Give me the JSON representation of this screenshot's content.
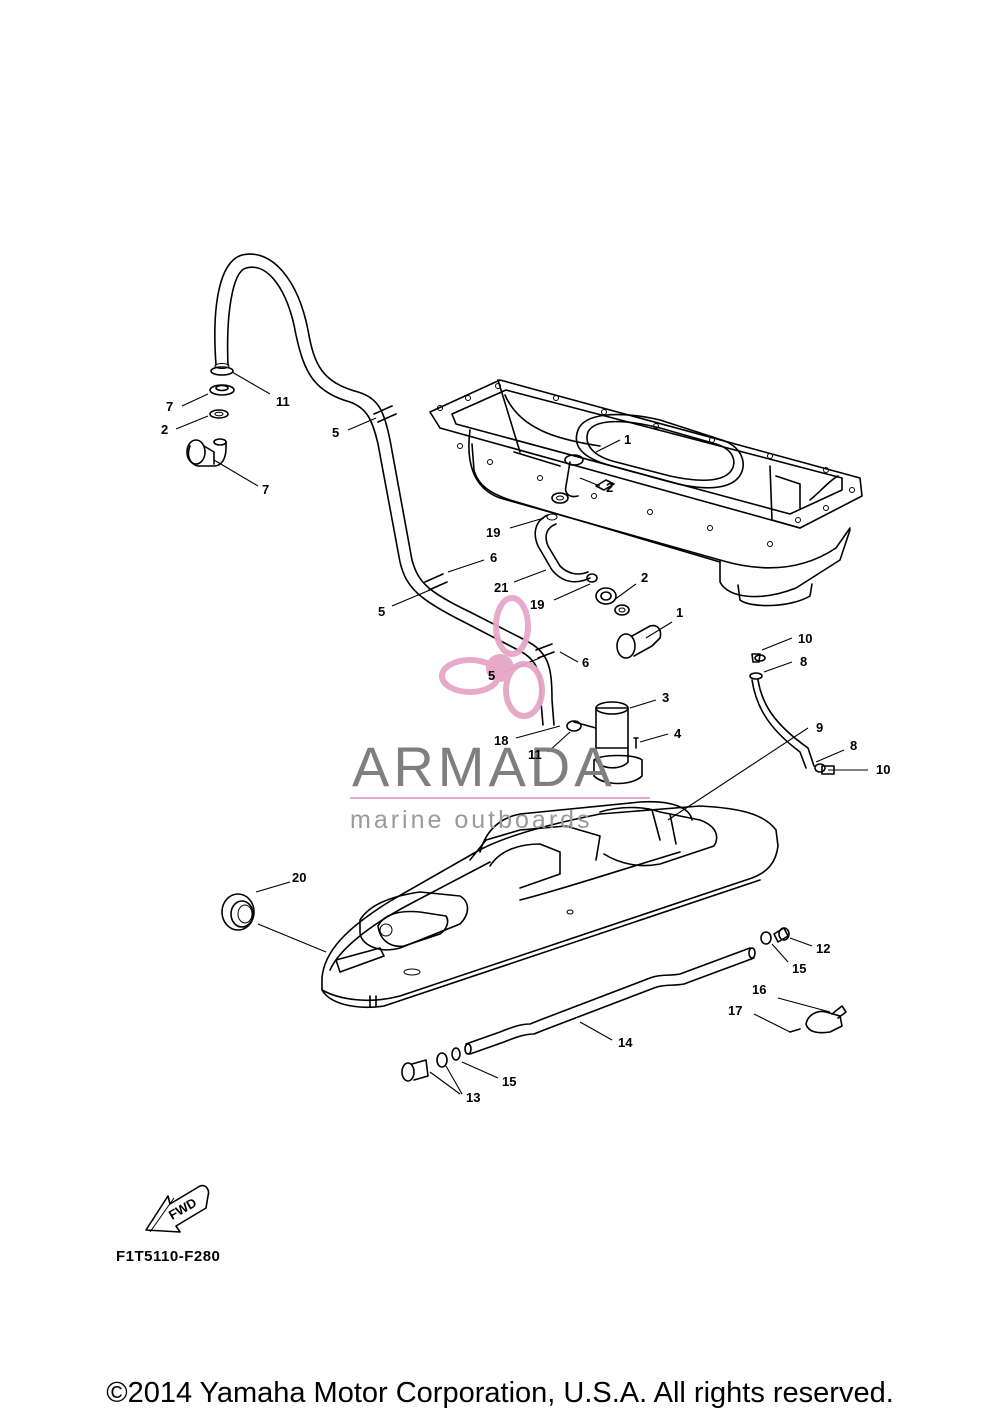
{
  "figure_code": "F1T5110-F280",
  "copyright": "©2014 Yamaha Motor Corporation, U.S.A. All rights reserved.",
  "fwd_label": "FWD",
  "watermark": {
    "brand": "ARMADA",
    "tagline": "marine outboards",
    "brand_color": "#7f7f7f",
    "logo_color": "#e7a6c9"
  },
  "callouts": [
    {
      "id": "c-11a",
      "text": "11"
    },
    {
      "id": "c-7a",
      "text": "7"
    },
    {
      "id": "c-2a",
      "text": "2"
    },
    {
      "id": "c-7b",
      "text": "7"
    },
    {
      "id": "c-5a",
      "text": "5"
    },
    {
      "id": "c-1a",
      "text": "1"
    },
    {
      "id": "c-2b",
      "text": "2"
    },
    {
      "id": "c-19a",
      "text": "19"
    },
    {
      "id": "c-6a",
      "text": "6"
    },
    {
      "id": "c-21",
      "text": "21"
    },
    {
      "id": "c-19b",
      "text": "19"
    },
    {
      "id": "c-2c",
      "text": "2"
    },
    {
      "id": "c-5b",
      "text": "5"
    },
    {
      "id": "c-1b",
      "text": "1"
    },
    {
      "id": "c-6b",
      "text": "6"
    },
    {
      "id": "c-5c",
      "text": "5"
    },
    {
      "id": "c-10a",
      "text": "10"
    },
    {
      "id": "c-8a",
      "text": "8"
    },
    {
      "id": "c-3",
      "text": "3"
    },
    {
      "id": "c-4",
      "text": "4"
    },
    {
      "id": "c-18",
      "text": "18"
    },
    {
      "id": "c-11b",
      "text": "11"
    },
    {
      "id": "c-9",
      "text": "9"
    },
    {
      "id": "c-8b",
      "text": "8"
    },
    {
      "id": "c-10b",
      "text": "10"
    },
    {
      "id": "c-20",
      "text": "20"
    },
    {
      "id": "c-12",
      "text": "12"
    },
    {
      "id": "c-15a",
      "text": "15"
    },
    {
      "id": "c-16",
      "text": "16"
    },
    {
      "id": "c-17",
      "text": "17"
    },
    {
      "id": "c-14",
      "text": "14"
    },
    {
      "id": "c-15b",
      "text": "15"
    },
    {
      "id": "c-13",
      "text": "13"
    }
  ]
}
